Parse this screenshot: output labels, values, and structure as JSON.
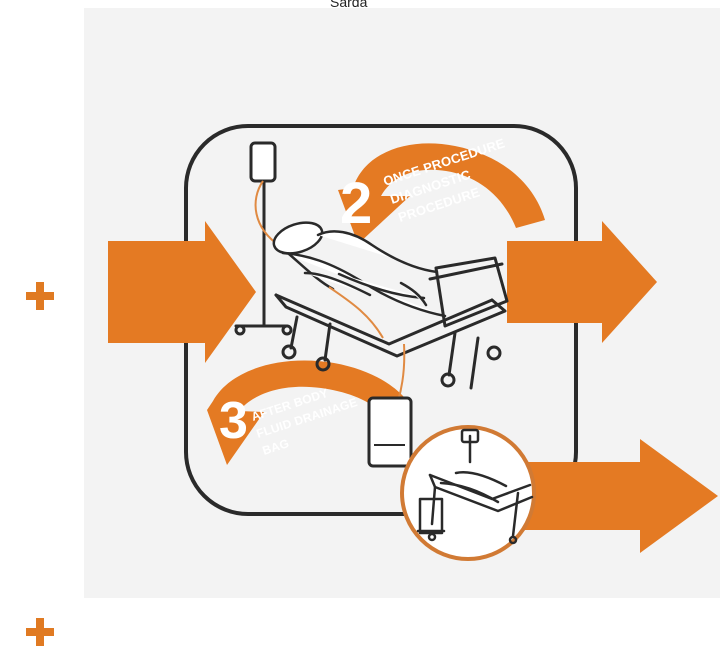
{
  "top_label": "Sarda",
  "diagram": {
    "step2_number": "2",
    "step2_label": "ONCE PROCEDURE\nDIAGNOSTIC\nPROCEDURE",
    "step3_number": "3",
    "step3_label": "AFTER BODY\nFLUID DRAINAGE\nBAG"
  }
}
